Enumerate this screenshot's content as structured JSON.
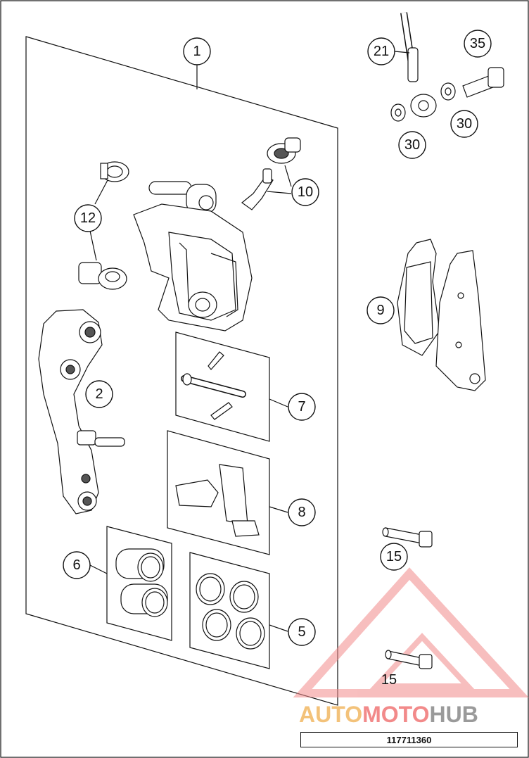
{
  "diagram": {
    "callouts": {
      "c1": "1",
      "c2": "2",
      "c5": "5",
      "c6": "6",
      "c7": "7",
      "c8": "8",
      "c9": "9",
      "c10": "10",
      "c12": "12",
      "c15a": "15",
      "c15b": "15",
      "c21": "21",
      "c30a": "30",
      "c30b": "30",
      "c35": "35"
    },
    "reference_number": "117711360"
  },
  "watermark": {
    "part1": "AUTO",
    "part2": "MOTO",
    "part3": "HUB",
    "colors": {
      "auto": "#f3c27a",
      "moto": "#f28a8a",
      "hub": "#9a9a9a"
    }
  }
}
